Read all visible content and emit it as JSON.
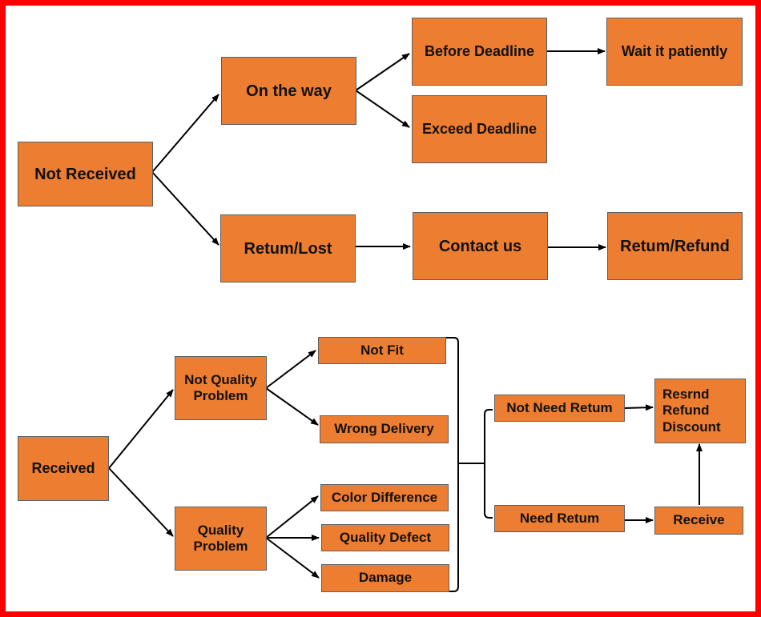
{
  "colors": {
    "frame": "#ff0000",
    "box_fill": "#ed7d31",
    "box_border": "#5f5f5f",
    "line": "#000000"
  },
  "nodes": {
    "not_received": "Not Received",
    "on_the_way": "On the way",
    "before_deadline": "Before Deadline",
    "wait_patiently": "Wait it patiently",
    "exceed_deadline": "Exceed Deadline",
    "return_lost": "Retum/Lost",
    "contact_us": "Contact us",
    "return_refund": "Retum/Refund",
    "received": "Received",
    "not_quality_problem": "Not Quality\nProblem",
    "quality_problem": "Quality\nProblem",
    "not_fit": "Not Fit",
    "wrong_delivery": "Wrong Delivery",
    "color_difference": "Color Difference",
    "quality_defect": "Quality Defect",
    "damage": "Damage",
    "not_need_return": "Not Need Retum",
    "need_return": "Need Retum",
    "resend_refund_discount": "Resrnd\nRefund\nDiscount",
    "receive": "Receive"
  }
}
